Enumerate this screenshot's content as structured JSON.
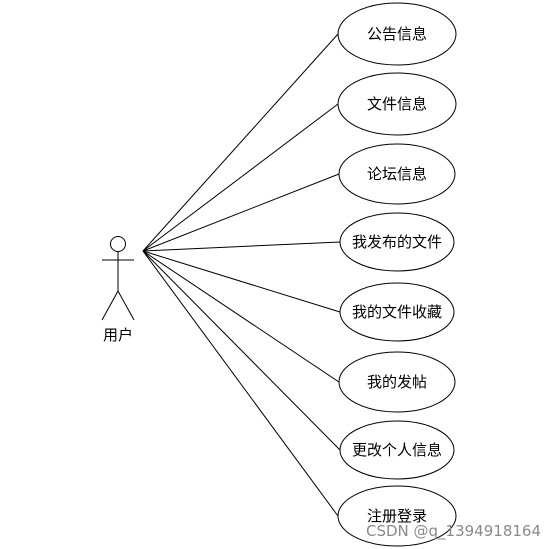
{
  "actor": {
    "label": "用户"
  },
  "use_cases": [
    {
      "label": "公告信息"
    },
    {
      "label": "文件信息"
    },
    {
      "label": "论坛信息"
    },
    {
      "label": "我发布的文件"
    },
    {
      "label": "我的文件收藏"
    },
    {
      "label": "我的发帖"
    },
    {
      "label": "更改个人信息"
    },
    {
      "label": "注册登录"
    }
  ],
  "watermark": {
    "text": "CSDN @q_1394918164"
  },
  "colors": {
    "line": "#000000",
    "background": "#ffffff",
    "watermark": "#8a8a8a"
  }
}
